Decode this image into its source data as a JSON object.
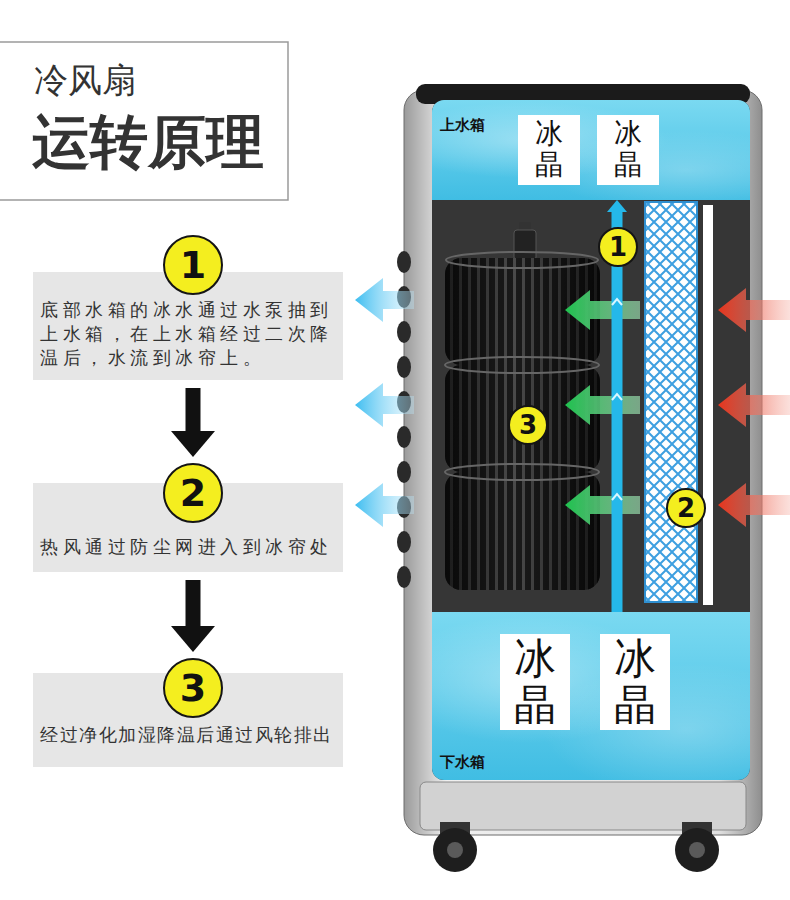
{
  "diagram": {
    "title": "运转原理",
    "nodes": [
      {
        "text": [
          "1"
        ]
      },
      {
        "text": [
          "底部水箱的冰水通过水泵抽到 上水箱，在上水箱经过二次降 温后，水流到冰帘上。"
        ]
      },
      {
        "text": [
          "2"
        ]
      },
      {
        "text": [
          "热风通过防尘网进入到冰帘处"
        ]
      },
      {
        "text": [
          "3"
        ]
      },
      {
        "text": [
          "经过净化加湿降温后通过风轮排出"
        ]
      },
      {
        "text": [
          "上水箱"
        ]
      },
      {
        "text": [
          "冰晶"
        ],
        "in": 6
      },
      {
        "text": [
          "冰晶"
        ],
        "in": 6
      },
      {
        "text": [
          "1"
        ]
      },
      {
        "text": [
          "3"
        ]
      },
      {
        "text": [
          "2"
        ]
      },
      {
        "text": [
          "下水箱"
        ]
      },
      {
        "text": [
          "冰晶"
        ],
        "in": 12
      },
      {
        "text": [
          "冰晶"
        ],
        "in": 12
      }
    ],
    "edges": [
      {
        "from": 1,
        "to": 2,
        "arrow": "to"
      },
      {
        "from": 3,
        "to": 4,
        "arrow": "to"
      },
      {
        "from": 12,
        "to": 6,
        "arrow": "to"
      }
    ],
    "labels": [
      "冷风扇"
    ]
  }
}
